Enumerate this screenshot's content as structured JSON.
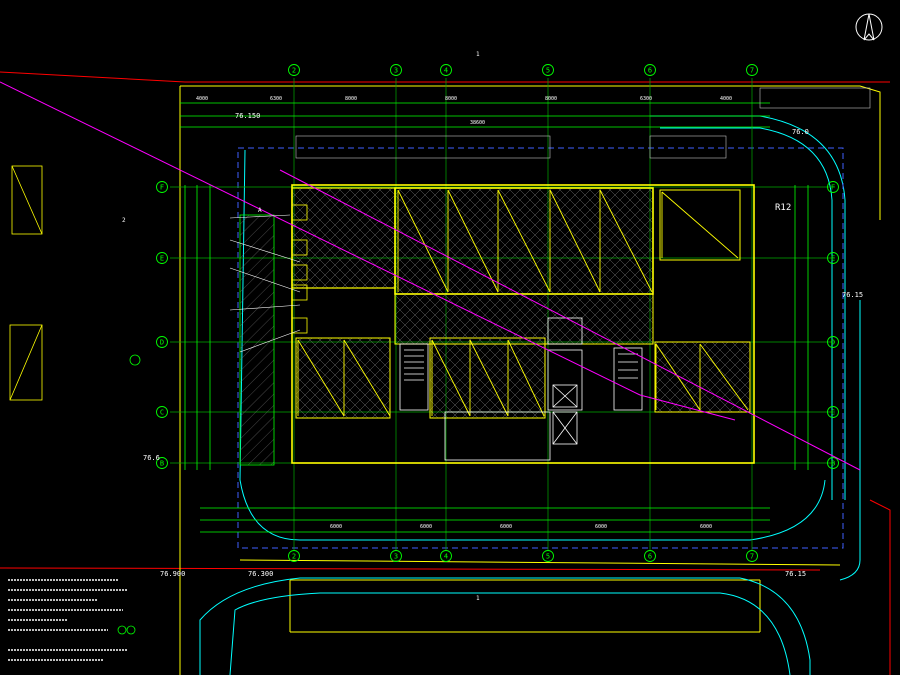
{
  "colors": {
    "background": "#000000",
    "grid_axis": "#00ff00",
    "wall": "#ffff00",
    "hatch": "#808080",
    "dimension": "#ffffff",
    "boundary_red": "#ff0000",
    "boundary_blue": "#0000ff",
    "site_line": "#ffff00",
    "road": "#00ffff",
    "magenta": "#ff00ff",
    "cyan": "#00ffff"
  },
  "axes": {
    "columns_top": [
      "2",
      "3",
      "4",
      "5",
      "6",
      "7"
    ],
    "columns_bottom": [
      "2",
      "3",
      "4",
      "5",
      "6",
      "7"
    ],
    "rows_left": [
      "F",
      "E",
      "D",
      "C",
      "B"
    ],
    "rows_right": [
      "F",
      "E",
      "D",
      "C",
      "B"
    ]
  },
  "elevations": {
    "top_left": "76.150",
    "top_right": "76.0",
    "right_mid": "76.15",
    "left_mid": "76.6",
    "bottom_left": "76.900",
    "bottom_mid_left": "76.300",
    "bottom_right": "76.15"
  },
  "labels": {
    "radius": "R12",
    "north_symbol": "north-arrow",
    "section_top": "1",
    "section_bottom": "1",
    "small_a": "A",
    "grid_side_left": "2",
    "dim_total_top": "38600"
  },
  "dimensions": {
    "top_row": [
      "4000",
      "6300",
      "8000",
      "8000",
      "8000",
      "6300",
      "4000"
    ],
    "bottom_row": [
      "6000",
      "6000",
      "6000",
      "6000",
      "6000"
    ]
  }
}
